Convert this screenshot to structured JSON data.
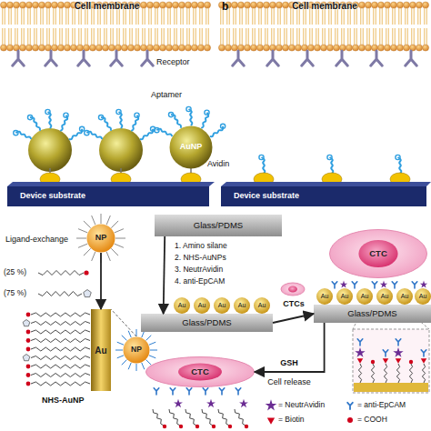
{
  "diagram": {
    "nodes": [
      {
        "text": [
          "Cell membrane"
        ]
      },
      {
        "text": [
          "Cell membrane"
        ]
      },
      {
        "text": [
          "AuNP"
        ]
      },
      {
        "text": [
          "Device substrate"
        ]
      },
      {
        "text": [
          "Device substrate"
        ]
      },
      {
        "text": [
          "NP"
        ]
      },
      {
        "text": [
          "Glass/PDMS"
        ]
      },
      {
        "text": [
          "CTC"
        ]
      },
      {
        "text": [
          "Glass/PDMS"
        ]
      },
      {
        "text": [
          "Glass/PDMS"
        ]
      },
      {
        "text": [
          "Au"
        ]
      },
      {
        "text": [
          "NP"
        ]
      },
      {
        "text": [
          "CTC"
        ]
      }
    ],
    "edges": [
      {
        "from": 5,
        "to": 10,
        "label": "Ligand-exchange",
        "arrow": "to"
      },
      {
        "from": 11,
        "to": 10,
        "arrow": "none"
      },
      {
        "from": 6,
        "to": 8,
        "arrow": "to"
      },
      {
        "from": 8,
        "to": 9,
        "label": "CTCs",
        "arrow": "to"
      },
      {
        "from": 9,
        "to": 12,
        "label": "GSH",
        "arrow": "to"
      }
    ],
    "labels": [
      "b",
      "Receptor",
      "Aptamer",
      "Avidin",
      "(25 %)",
      "(75 %)",
      "NHS-AuNP",
      "1. Amino silane",
      "2. NHS-AuNPs",
      "3. NeutrAvidin",
      "4. anti-EpCAM",
      "Au",
      "Au",
      "Au",
      "Au",
      "Au",
      "Au",
      "Au",
      "Au",
      "Au",
      "Au",
      "Au",
      "Cell release"
    ],
    "legend": [
      {
        "text": "= NeutrAvidin"
      },
      {
        "text": "= anti-EpCAM"
      },
      {
        "text": "= Biotin"
      },
      {
        "text": "= COOH"
      }
    ]
  }
}
